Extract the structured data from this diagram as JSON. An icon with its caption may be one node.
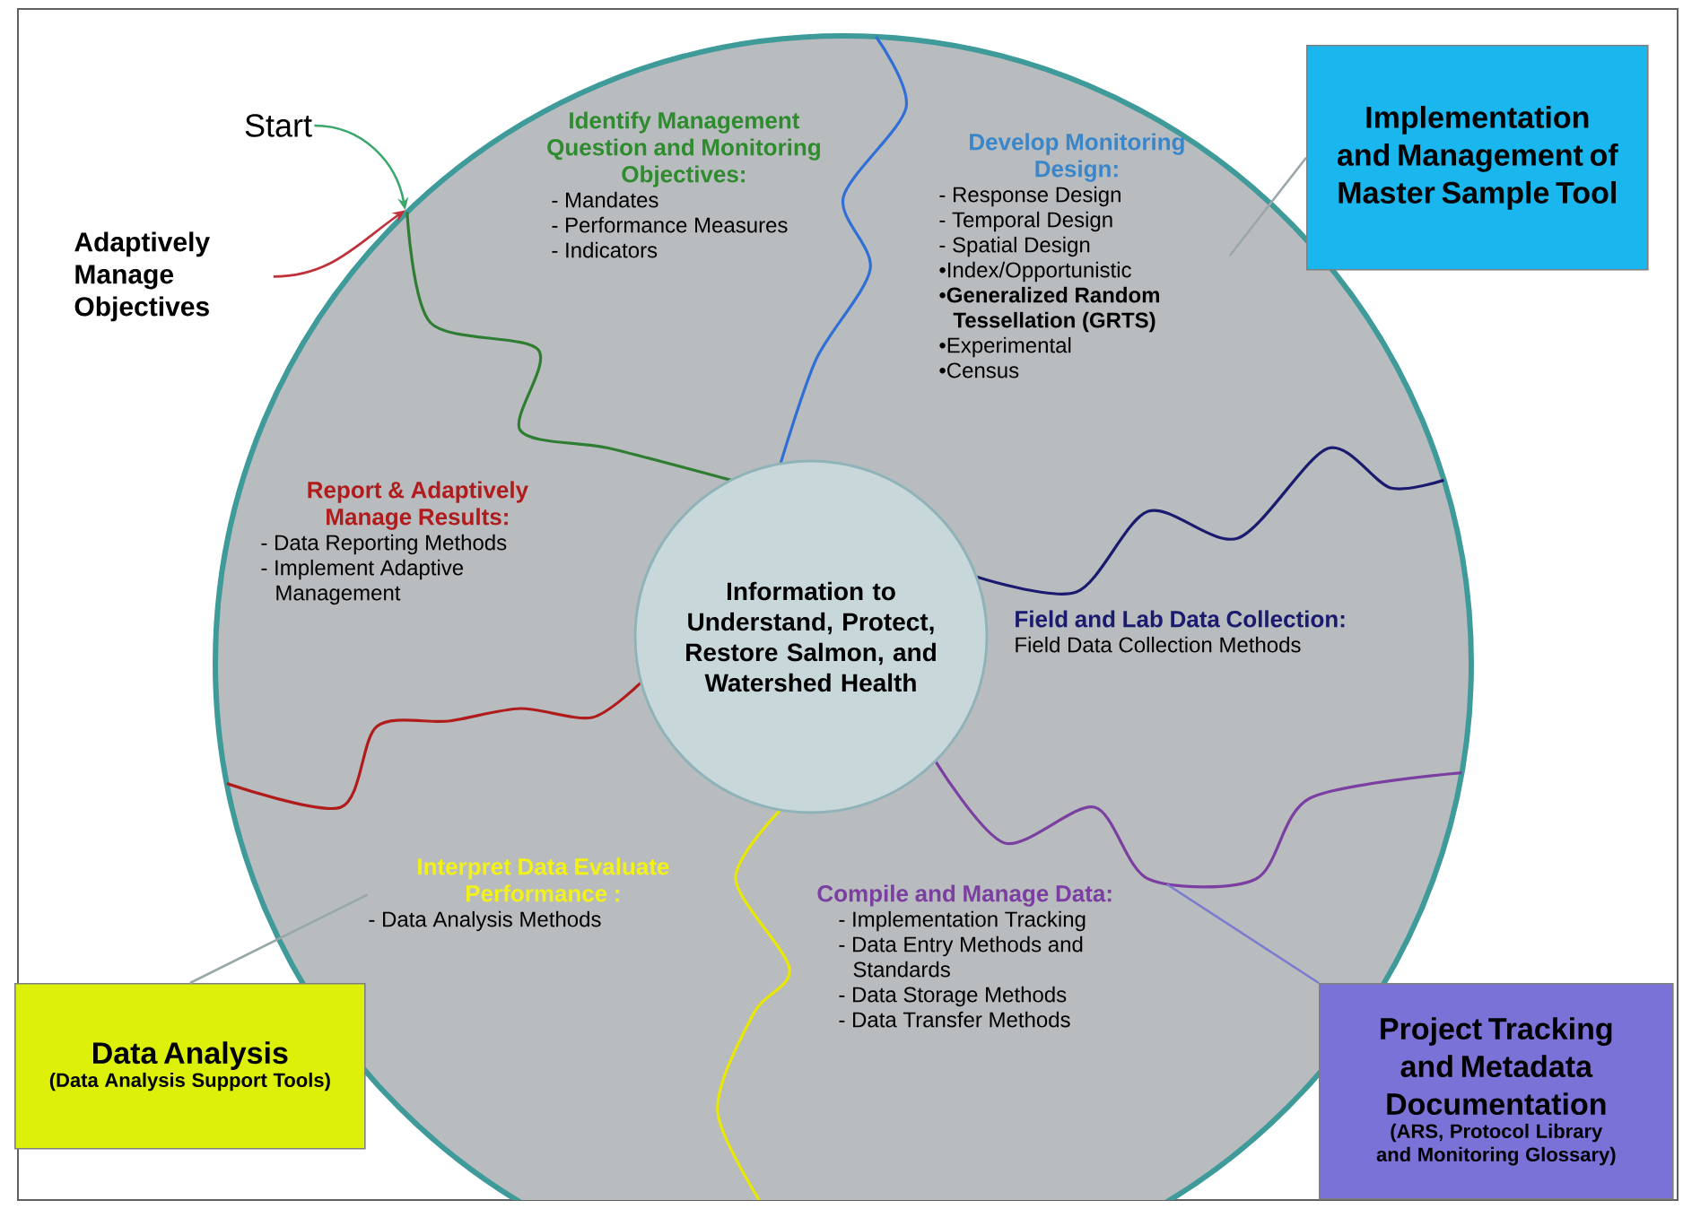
{
  "diagram": {
    "nodes": [
      {
        "text": [],
        "shape": "circle"
      },
      {
        "text": [
          "Identify Management Question and Monitoring Objectives:",
          "- Mandates",
          "- Performance Measures",
          "- Indicators"
        ],
        "in": 0
      },
      {
        "text": [
          "Develop Monitoring Design:",
          "- Response Design",
          "- Temporal Design",
          "- Spatial Design",
          "•Index/Opportunistic",
          "•**Generalized Random Tessellation (GRTS)**",
          "•Experimental",
          "•Census"
        ],
        "in": 0
      },
      {
        "text": [
          "Field and Lab Data Collection:",
          "Field Data Collection Methods"
        ],
        "in": 0
      },
      {
        "text": [
          "Compile and Manage Data:",
          "- Implementation Tracking",
          "- Data Entry Methods and Standards",
          "- Data Storage Methods",
          "- Data Transfer Methods"
        ],
        "in": 0
      },
      {
        "text": [
          "Interpret Data Evaluate Performance :",
          "- Data Analysis Methods"
        ],
        "in": 0
      },
      {
        "text": [
          "Report & Adaptively Manage Results:",
          "- Data Reporting Methods",
          "- Implement Adaptive Management"
        ],
        "in": 0
      },
      {
        "text": [
          "Information to Understand, Protect, Restore Salmon, and Watershed Health"
        ],
        "in": 0
      },
      {
        "text": [
          "Start"
        ]
      },
      {
        "text": [
          "Adaptively Manage Objectives"
        ]
      },
      {
        "text": [
          "Implementation and Management of Master Sample Tool"
        ]
      },
      {
        "text": [
          "Data Analysis",
          "(Data Analysis Support Tools)"
        ]
      },
      {
        "text": [
          "Project Tracking and Metadata Documentation",
          "(ARS, Protocol Library and Monitoring Glossary)"
        ]
      }
    ],
    "edges": [
      {
        "from": 8,
        "to": 0,
        "arrow": "to",
        "color": "#3aa76d"
      },
      {
        "from": 9,
        "to": 0,
        "arrow": "to",
        "color": "#c0303a"
      },
      {
        "from": 10,
        "to": 2,
        "arrow": "none"
      },
      {
        "from": 11,
        "to": 5,
        "arrow": "none"
      },
      {
        "from": 12,
        "to": 4,
        "arrow": "none",
        "color": "#7b7bd0"
      }
    ]
  }
}
